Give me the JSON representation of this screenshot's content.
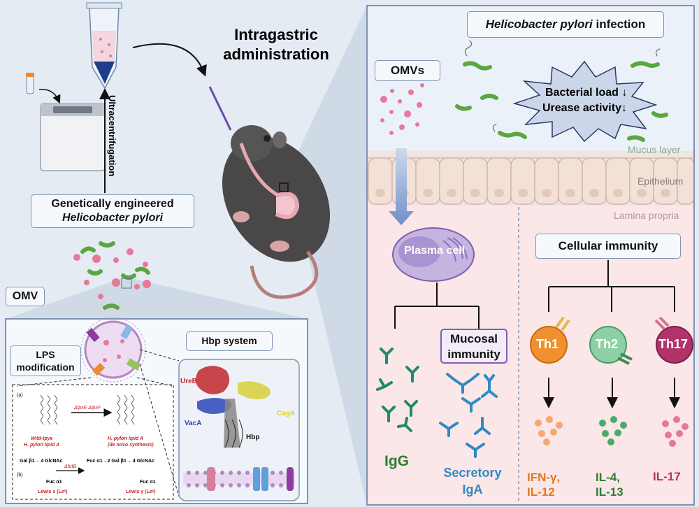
{
  "left": {
    "admin_title": "Intragastric administration",
    "ultracentrifugation": "Ultracentrifugation",
    "genetically_engineered_line1": "Genetically engineered",
    "genetically_engineered_line2": "Helicobacter pylori",
    "omv_label": "OMV",
    "lps_modification_line1": "LPS",
    "lps_modification_line2": "modification",
    "hbp_system": "Hbp system",
    "proteins": {
      "ureb": "UreB",
      "caga": "CagA",
      "vaca": "VacA",
      "hbp": "Hbp"
    },
    "lipid": {
      "a_tag": "(a)",
      "b_tag": "(b)",
      "knockout": "ΔlpxE ΔlpxF",
      "wild_type_line1": "Wild-tpye",
      "wild_type_line2": "H. pylori lipid A",
      "engineered_line1": "H. pylori lipid A",
      "engineered_line2": "(de novo synthesis)",
      "lewis_x_formula": "Gal β1→ 4 GlcNAc",
      "lewis_y_formula": "Fuc α1→2 Gal β1→ 4 GlcNAc",
      "fuc_x": "Fuc α1",
      "fuc_y": "Fuc α1",
      "futb": "ΔfutB",
      "lewis_x": "Lewis x (Leˣ)",
      "lewis_y": "Lewis y (Leʸ)"
    }
  },
  "right": {
    "infection_title_italic": "Helicobacter pylori",
    "infection_title_rest": " infection",
    "omvs_label": "OMVs",
    "bacterial_load": "Bacterial load ↓",
    "urease_activity": "Urease activity↓",
    "mucus_layer": "Mucus layer",
    "epithelium": "Epithelium",
    "lamina_propria": "Lamina propria",
    "plasma_cell": "Plasma cell",
    "mucosal_immunity_line1": "Mucosal",
    "mucosal_immunity_line2": "immunity",
    "cellular_immunity": "Cellular immunity",
    "igg": "IgG",
    "secretory_iga_line1": "Secretory",
    "secretory_iga_line2": "IgA",
    "th1": "Th1",
    "th2": "Th2",
    "th17": "Th17",
    "th1_cytokines_line1": "IFN-γ,",
    "th1_cytokines_line2": "IL-12",
    "th2_cytokines_line1": "IL-4,",
    "th2_cytokines_line2": "IL-13",
    "th17_cytokines": "IL-17"
  },
  "colors": {
    "igg_green": "#2e7d32",
    "iga_blue": "#2f8ac4",
    "th1_orange": "#f0902f",
    "th2_green": "#6fbf8f",
    "th17_magenta": "#b0346a",
    "omv_pink": "#e8789a"
  }
}
